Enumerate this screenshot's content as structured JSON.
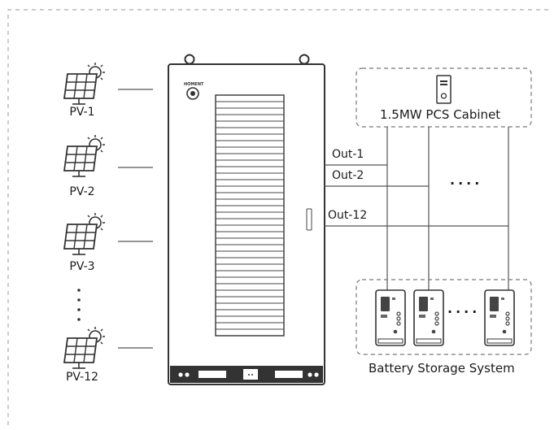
{
  "pv_units": [
    {
      "label": "PV-1"
    },
    {
      "label": "PV-2"
    },
    {
      "label": "PV-3"
    },
    {
      "label": "PV-12"
    }
  ],
  "outputs": [
    {
      "label": "Out-1"
    },
    {
      "label": "Out-2"
    },
    {
      "label": "Out-12"
    }
  ],
  "pcs": {
    "label": "1.5MW PCS Cabinet"
  },
  "battery_system": {
    "label": "Battery Storage System"
  },
  "cabinet": {
    "logo_text": "HOMENT"
  },
  "ellipsis": {
    "outputs": "....",
    "batteries": "...."
  },
  "colors": {
    "line": "#555555",
    "dash": "#aaaaaa",
    "text": "#1a1a1a"
  }
}
